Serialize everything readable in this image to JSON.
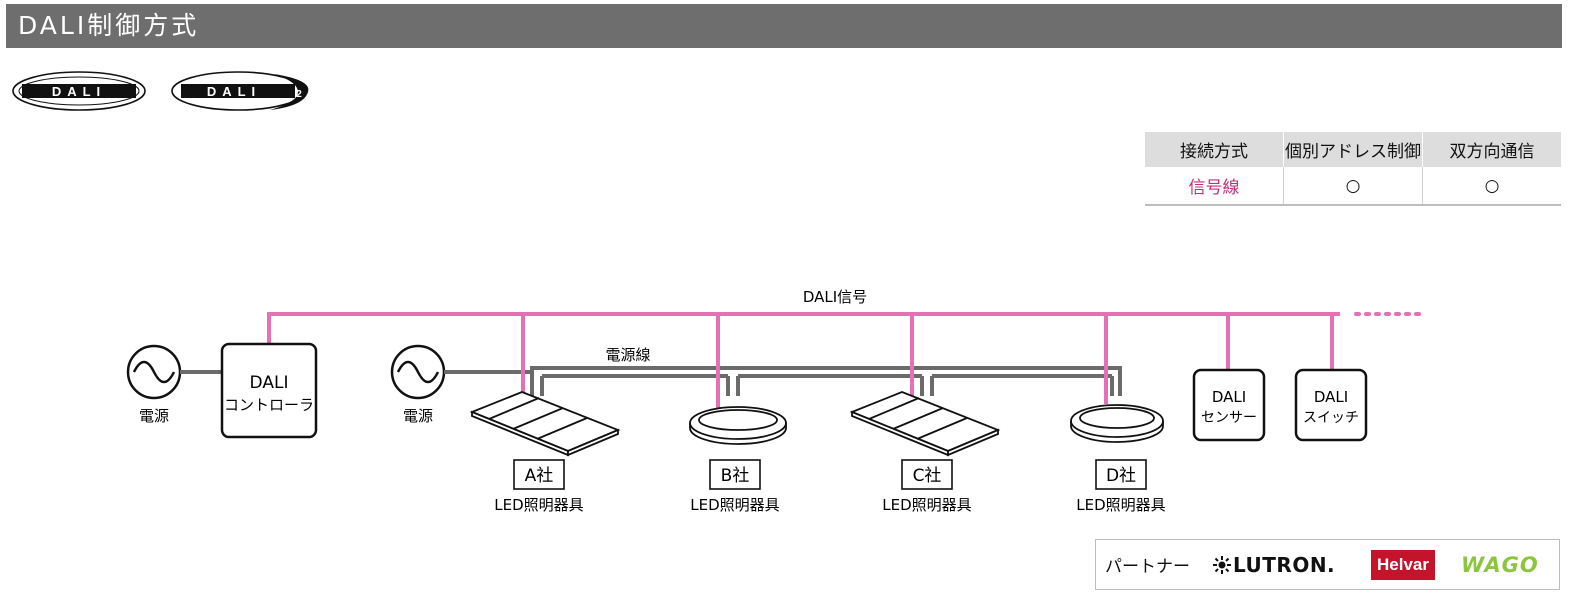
{
  "header": {
    "title": "DALI制御方式"
  },
  "logos": {
    "dali": "DALI",
    "dali2": "DALI",
    "dali2_superscript": "2"
  },
  "spec_table": {
    "headers": [
      "接続方式",
      "個別アドレス制御",
      "双方向通信"
    ],
    "row": [
      "信号線",
      "○",
      "○"
    ]
  },
  "diagram": {
    "signal_label": "DALI信号",
    "power_line_label": "電源線",
    "power_label": "電源",
    "controller": [
      "DALI",
      "コントローラ"
    ],
    "sensor": [
      "DALI",
      "センサー"
    ],
    "switch": [
      "DALI",
      "スイッチ"
    ],
    "fixtures": [
      {
        "maker": "A社",
        "label": "LED照明器具",
        "kind": "panel"
      },
      {
        "maker": "B社",
        "label": "LED照明器具",
        "kind": "downlight"
      },
      {
        "maker": "C社",
        "label": "LED照明器具",
        "kind": "panel"
      },
      {
        "maker": "D社",
        "label": "LED照明器具",
        "kind": "downlight"
      }
    ]
  },
  "partners": {
    "label": "パートナー",
    "lutron": "LUTRON.",
    "helvar": "Helvar",
    "wago": "WAGO"
  },
  "colors": {
    "signal": "#e670b3",
    "power": "#6b6b6b",
    "header_bg": "#6e6e6e",
    "accent_text": "#c0307a"
  }
}
